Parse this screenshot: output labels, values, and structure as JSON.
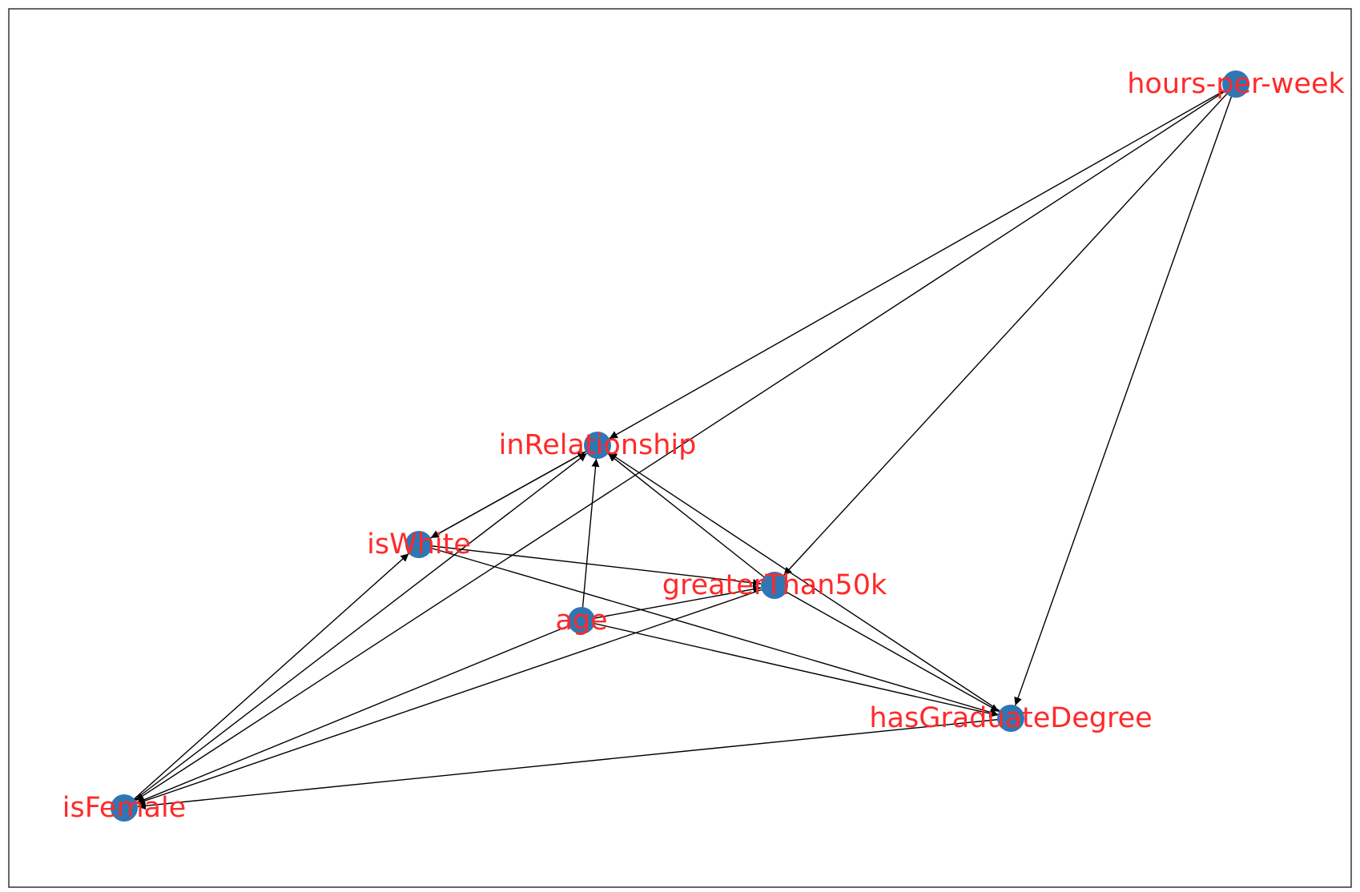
{
  "colors": {
    "node": "#2f77b4",
    "label": "#ff2a2a",
    "edge": "#000000",
    "frame": "#333333",
    "background": "#ffffff"
  },
  "nodes": [
    {
      "id": "hours_per_week",
      "label": "hours-per-week"
    },
    {
      "id": "inRelationship",
      "label": "inRelationship"
    },
    {
      "id": "isWhite",
      "label": "isWhite"
    },
    {
      "id": "greaterThan50k",
      "label": "greaterThan50k"
    },
    {
      "id": "age",
      "label": "age"
    },
    {
      "id": "hasGraduateDegree",
      "label": "hasGraduateDegree"
    },
    {
      "id": "isFemale",
      "label": "isFemale"
    }
  ],
  "edges": [
    {
      "from": "hours_per_week",
      "to": "inRelationship"
    },
    {
      "from": "hours_per_week",
      "to": "isFemale"
    },
    {
      "from": "hours_per_week",
      "to": "greaterThan50k"
    },
    {
      "from": "hours_per_week",
      "to": "hasGraduateDegree"
    },
    {
      "from": "isWhite",
      "to": "inRelationship"
    },
    {
      "from": "inRelationship",
      "to": "isWhite"
    },
    {
      "from": "isFemale",
      "to": "isWhite"
    },
    {
      "from": "isFemale",
      "to": "inRelationship"
    },
    {
      "from": "age",
      "to": "inRelationship"
    },
    {
      "from": "age",
      "to": "greaterThan50k"
    },
    {
      "from": "age",
      "to": "hasGraduateDegree"
    },
    {
      "from": "age",
      "to": "isFemale"
    },
    {
      "from": "isWhite",
      "to": "greaterThan50k"
    },
    {
      "from": "isWhite",
      "to": "hasGraduateDegree"
    },
    {
      "from": "greaterThan50k",
      "to": "inRelationship"
    },
    {
      "from": "greaterThan50k",
      "to": "hasGraduateDegree"
    },
    {
      "from": "greaterThan50k",
      "to": "isFemale"
    },
    {
      "from": "hasGraduateDegree",
      "to": "inRelationship"
    },
    {
      "from": "hasGraduateDegree",
      "to": "isFemale"
    }
  ]
}
